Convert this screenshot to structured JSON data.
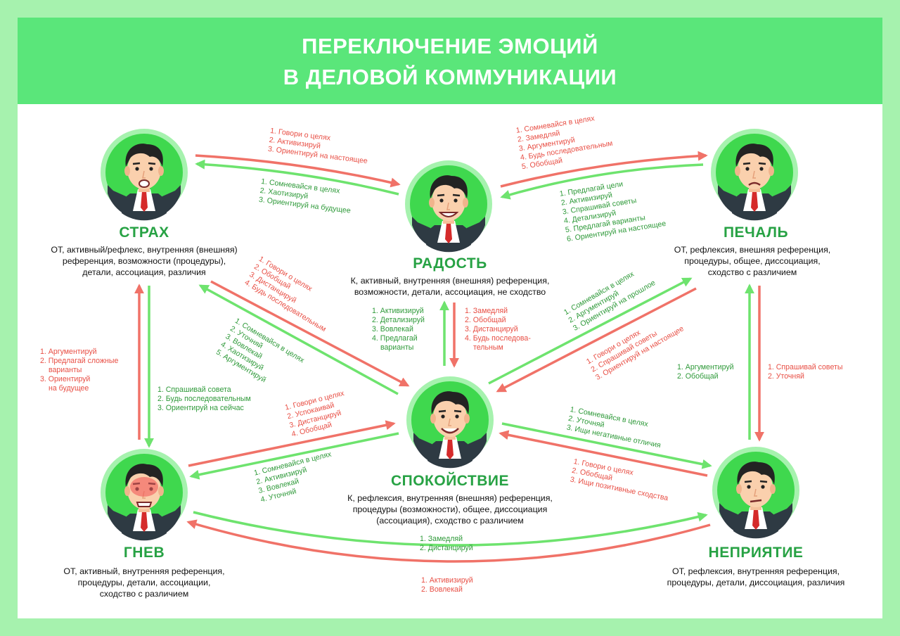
{
  "title": {
    "line1": "ПЕРЕКЛЮЧЕНИЕ ЭМОЦИЙ",
    "line2": "В ДЕЛОВОЙ КОММУНИКАЦИИ"
  },
  "colors": {
    "background": "#a6f2ae",
    "header": "#5ae67a",
    "green": "#6ee36e",
    "red": "#f07268",
    "green_text": "#2f9a3a",
    "red_text": "#e84f45",
    "name": "#27a244"
  },
  "emotions": {
    "fear": {
      "name": "СТРАХ",
      "desc": [
        "ОТ, активный/рефлекс, внутренняя (внешняя)",
        "референция, возможности (процедуры),",
        "детали, ассоциация, различия"
      ]
    },
    "joy": {
      "name": "РАДОСТЬ",
      "desc": [
        "К, активный, внутренняя (внешняя) референция,",
        "возможности, детали, ассоциация, не сходство"
      ]
    },
    "sadness": {
      "name": "ПЕЧАЛЬ",
      "desc": [
        "ОТ, рефлексия, внешняя референция,",
        "процедуры, общее, диссоциация,",
        "сходство с различием"
      ]
    },
    "calm": {
      "name": "СПОКОЙСТВИЕ",
      "desc": [
        "К, рефлексия, внутренняя (внешняя) референция,",
        "процедуры (возможности), общее, диссоциация",
        "(ассоциация), сходство с различием"
      ]
    },
    "anger": {
      "name": "ГНЕВ",
      "desc": [
        "ОТ, активный, внутренняя референция,",
        "процедуры, детали, ассоциации,",
        "сходство с различием"
      ]
    },
    "dislike": {
      "name": "НЕПРИЯТИЕ",
      "desc": [
        "ОТ, рефлексия, внутренняя референция,",
        "процедуры, детали, диссоциация, различия"
      ]
    }
  },
  "transitions": {
    "fear_to_joy": [
      "1. Говори о целях",
      "2. Активизируй",
      "3. Ориентируй на настоящее"
    ],
    "joy_to_fear": [
      "1. Сомневайся в целях",
      "2. Хаотизируй",
      "3. Ориентируй на будущее"
    ],
    "joy_to_sadness": [
      "1. Сомневайся в целях",
      "2. Замедляй",
      "3. Аргументируй",
      "4. Будь последовательным",
      "5. Обобщай"
    ],
    "sadness_to_joy": [
      "1. Предлагай цели",
      "2. Активизируй",
      "3. Спрашивай советы",
      "4. Детализируй",
      "5. Предлагай варианты",
      "6. Ориентируй на настоящее"
    ],
    "fear_to_calm": [
      "1. Говори о целях",
      "2. Обобщай",
      "3. Дистанцируй",
      "4. Будь последовательным"
    ],
    "calm_to_fear": [
      "1. Сомневайся в целях",
      "2. Уточняй",
      "3. Вовлекай",
      "4. Хаотизируй",
      "5. Аргументируй"
    ],
    "calm_to_joy": [
      "1. Активизируй",
      "2. Детализируй",
      "3. Вовлекай",
      "4. Предлагай",
      "варианты"
    ],
    "joy_to_calm": [
      "1. Замедляй",
      "2. Обобщай",
      "3. Дистанцируй",
      "4. Будь последова-",
      "тельным"
    ],
    "calm_to_sadness": [
      "1. Сомневайся в целях",
      "2. Аргументируй",
      "3. Ориентируй на прошлое"
    ],
    "sadness_to_calm": [
      "1. Говори о целях",
      "2. Спрашивай советы",
      "3. Ориентируй на настоящее"
    ],
    "anger_to_fear": [
      "1. Аргументируй",
      "2. Предлагай сложные",
      "варианты",
      "3. Ориентируй",
      "на будущее"
    ],
    "fear_to_anger": [
      "1. Спрашивай совета",
      "2. Будь последовательным",
      "3. Ориентируй на сейчас"
    ],
    "anger_to_calm": [
      "1. Говори о целях",
      "2. Успокаивай",
      "3. Дистанцируй",
      "4. Обобщай"
    ],
    "calm_to_anger": [
      "1. Сомневайся в целях",
      "2. Активизируй",
      "3. Вовлекай",
      "4. Уточняй"
    ],
    "calm_to_dislike": [
      "1. Сомневайся в целях",
      "2. Уточняй",
      "3. Ищи негативные отличия"
    ],
    "dislike_to_calm": [
      "1. Говори о целях",
      "2. Обобщай",
      "3. Ищи позитивные сходства"
    ],
    "dislike_to_sadness": [
      "1. Аргументируй",
      "2. Обобщай"
    ],
    "sadness_to_dislike": [
      "1. Спрашивай советы",
      "2. Уточняй"
    ],
    "anger_to_dislike": [
      "1. Замедляй",
      "2. Дистанцируй"
    ],
    "dislike_to_anger": [
      "1. Активизируй",
      "2. Вовлекай"
    ]
  }
}
